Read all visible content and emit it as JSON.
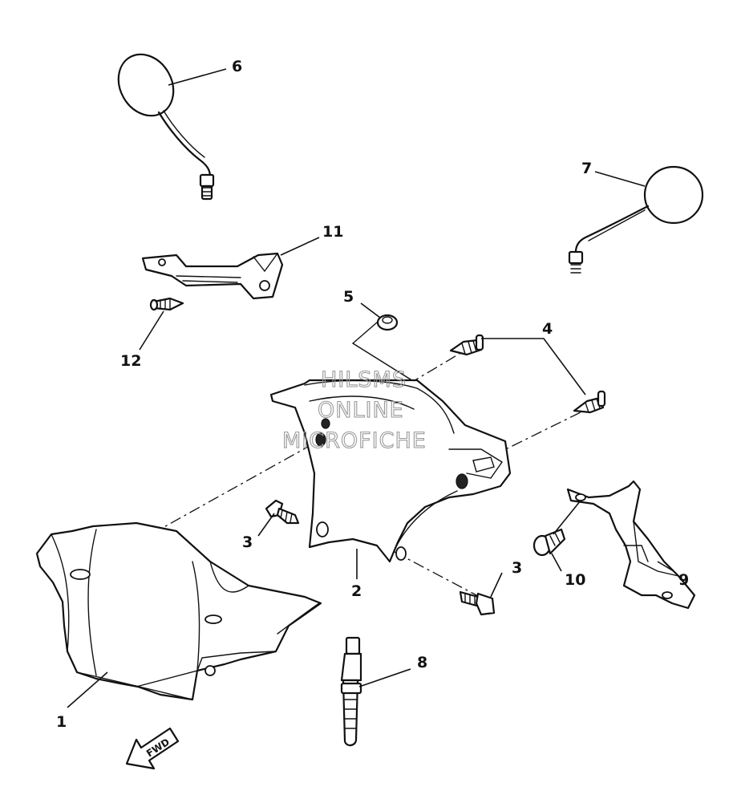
{
  "diagram": {
    "callouts": {
      "p1": "1",
      "p2": "2",
      "p3a": "3",
      "p3b": "3",
      "p4": "4",
      "p5": "5",
      "p6": "6",
      "p7": "7",
      "p8": "8",
      "p9": "9",
      "p10": "10",
      "p11": "11",
      "p12": "12"
    },
    "fwd_label": "FWD",
    "watermark": [
      "HILSMS",
      "ONLINE",
      "MICROFICHE"
    ]
  }
}
